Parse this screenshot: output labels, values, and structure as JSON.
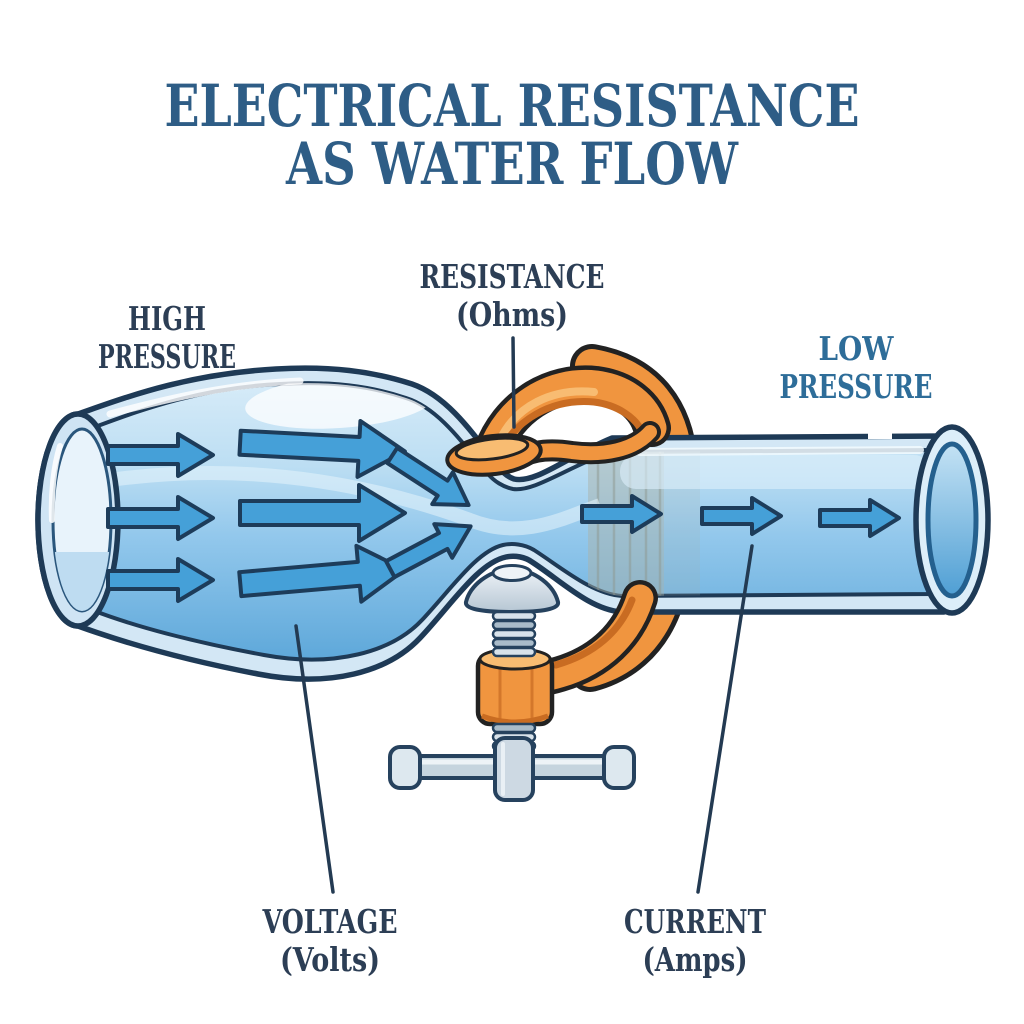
{
  "title": {
    "line1": "ELECTRICAL RESISTANCE",
    "line2": "AS WATER FLOW"
  },
  "labels": {
    "high_pressure": {
      "line1": "HIGH",
      "line2": "PRESSURE"
    },
    "resistance": {
      "line1": "RESISTANCE",
      "line2": "(Ohms)"
    },
    "low_pressure": {
      "line1": "LOW",
      "line2": "PRESSURE"
    },
    "voltage": {
      "line1": "VOLTAGE",
      "line2": "(Volts)"
    },
    "current": {
      "line1": "CURRENT",
      "line2": "(Amps)"
    }
  },
  "colors": {
    "title_blue": "#2e5d86",
    "label_navy": "#2c3e55",
    "label_light_blue": "#2e6d99",
    "water_blue": "#5ea8da",
    "arrow_blue": "#45a0d8",
    "pipe_outline_navy": "#1e3a56",
    "clamp_orange": "#f0953f",
    "screw_silver": "#c5d4de",
    "background": "#ffffff"
  },
  "icons": {
    "pipe": "water-pipe-shape",
    "clamp": "c-clamp-icon",
    "screw": "screw-thread-icon",
    "handle": "t-bar-handle-icon",
    "arrows": "flow-arrow-icon"
  }
}
